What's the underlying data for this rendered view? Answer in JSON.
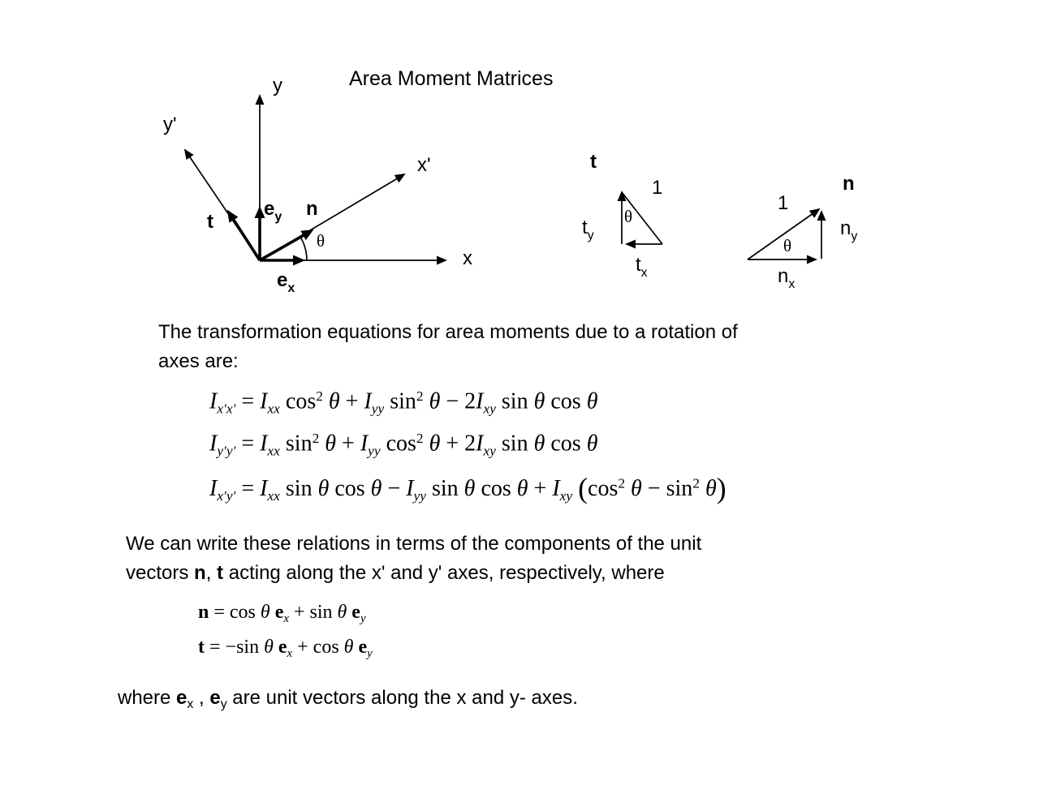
{
  "title": "Area Moment Matrices",
  "axes_diagram": {
    "y_label": "y",
    "y_prime_label": "y'",
    "x_label": "x",
    "x_prime_label": "x'",
    "ey": {
      "base": "e",
      "sub": "y"
    },
    "ex": {
      "base": "e",
      "sub": "x"
    },
    "n_label": "n",
    "t_label": "t",
    "theta": "θ"
  },
  "t_triangle": {
    "t_label": "t",
    "hyp_label": "1",
    "theta": "θ",
    "ty": {
      "base": "t",
      "sub": "y"
    },
    "tx": {
      "base": "t",
      "sub": "x"
    }
  },
  "n_triangle": {
    "n_label": "n",
    "hyp_label": "1",
    "theta": "θ",
    "ny": {
      "base": "n",
      "sub": "y"
    },
    "nx": {
      "base": "n",
      "sub": "x"
    }
  },
  "intro": {
    "line1": "The transformation equations for area moments due to a rotation of",
    "line2": "axes are:"
  },
  "transform_equations": {
    "eq1": [
      {
        "t": "I",
        "k": "i"
      },
      {
        "t": "x′x′",
        "k": "s"
      },
      {
        "t": " = ",
        "k": "r"
      },
      {
        "t": "I",
        "k": "i"
      },
      {
        "t": "xx",
        "k": "s"
      },
      {
        "t": " cos",
        "k": "r"
      },
      {
        "t": "2",
        "k": "p"
      },
      {
        "t": " θ",
        "k": "i"
      },
      {
        "t": " + ",
        "k": "r"
      },
      {
        "t": "I",
        "k": "i"
      },
      {
        "t": "yy",
        "k": "s"
      },
      {
        "t": " sin",
        "k": "r"
      },
      {
        "t": "2",
        "k": "p"
      },
      {
        "t": " θ",
        "k": "i"
      },
      {
        "t": " − 2",
        "k": "r"
      },
      {
        "t": "I",
        "k": "i"
      },
      {
        "t": "xy",
        "k": "s"
      },
      {
        "t": " sin",
        "k": "r"
      },
      {
        "t": " θ",
        "k": "i"
      },
      {
        "t": " cos",
        "k": "r"
      },
      {
        "t": " θ",
        "k": "i"
      }
    ],
    "eq2": [
      {
        "t": "I",
        "k": "i"
      },
      {
        "t": "y′y′",
        "k": "s"
      },
      {
        "t": " = ",
        "k": "r"
      },
      {
        "t": "I",
        "k": "i"
      },
      {
        "t": "xx",
        "k": "s"
      },
      {
        "t": " sin",
        "k": "r"
      },
      {
        "t": "2",
        "k": "p"
      },
      {
        "t": " θ",
        "k": "i"
      },
      {
        "t": " + ",
        "k": "r"
      },
      {
        "t": "I",
        "k": "i"
      },
      {
        "t": "yy",
        "k": "s"
      },
      {
        "t": " cos",
        "k": "r"
      },
      {
        "t": "2",
        "k": "p"
      },
      {
        "t": " θ",
        "k": "i"
      },
      {
        "t": " + 2",
        "k": "r"
      },
      {
        "t": "I",
        "k": "i"
      },
      {
        "t": "xy",
        "k": "s"
      },
      {
        "t": " sin",
        "k": "r"
      },
      {
        "t": " θ",
        "k": "i"
      },
      {
        "t": " cos",
        "k": "r"
      },
      {
        "t": " θ",
        "k": "i"
      }
    ],
    "eq3": [
      {
        "t": "I",
        "k": "i"
      },
      {
        "t": "x′y′",
        "k": "s"
      },
      {
        "t": " = ",
        "k": "r"
      },
      {
        "t": "I",
        "k": "i"
      },
      {
        "t": "xx",
        "k": "s"
      },
      {
        "t": " sin",
        "k": "r"
      },
      {
        "t": " θ",
        "k": "i"
      },
      {
        "t": " cos",
        "k": "r"
      },
      {
        "t": " θ",
        "k": "i"
      },
      {
        "t": " − ",
        "k": "r"
      },
      {
        "t": "I",
        "k": "i"
      },
      {
        "t": "yy",
        "k": "s"
      },
      {
        "t": " sin",
        "k": "r"
      },
      {
        "t": " θ",
        "k": "i"
      },
      {
        "t": " cos",
        "k": "r"
      },
      {
        "t": " θ",
        "k": "i"
      },
      {
        "t": " + ",
        "k": "r"
      },
      {
        "t": "I",
        "k": "i"
      },
      {
        "t": "xy",
        "k": "s"
      },
      {
        "t": " ",
        "k": "r"
      },
      {
        "t": "(",
        "k": "bp"
      },
      {
        "t": "cos",
        "k": "r"
      },
      {
        "t": "2",
        "k": "p"
      },
      {
        "t": " θ",
        "k": "i"
      },
      {
        "t": " − ",
        "k": "r"
      },
      {
        "t": "sin",
        "k": "r"
      },
      {
        "t": "2",
        "k": "p"
      },
      {
        "t": " θ",
        "k": "i"
      },
      {
        "t": ")",
        "k": "bp"
      }
    ]
  },
  "relations": {
    "line1": "We can write these relations in terms of the components of the unit",
    "line2": [
      {
        "t": "vectors ",
        "k": "r"
      },
      {
        "t": "n",
        "k": "b"
      },
      {
        "t": ", ",
        "k": "r"
      },
      {
        "t": "t",
        "k": "b"
      },
      {
        "t": " acting along the x' and y' axes, respectively, where",
        "k": "r"
      }
    ]
  },
  "unit_vector_equations": {
    "n_eq": [
      {
        "t": "n",
        "k": "b"
      },
      {
        "t": " = cos",
        "k": "r"
      },
      {
        "t": " θ ",
        "k": "i"
      },
      {
        "t": "e",
        "k": "b"
      },
      {
        "t": "x",
        "k": "s"
      },
      {
        "t": " + sin",
        "k": "r"
      },
      {
        "t": " θ ",
        "k": "i"
      },
      {
        "t": "e",
        "k": "b"
      },
      {
        "t": "y",
        "k": "s"
      }
    ],
    "t_eq": [
      {
        "t": "t",
        "k": "b"
      },
      {
        "t": " = −sin",
        "k": "r"
      },
      {
        "t": " θ ",
        "k": "i"
      },
      {
        "t": "e",
        "k": "b"
      },
      {
        "t": "x",
        "k": "s"
      },
      {
        "t": " + cos",
        "k": "r"
      },
      {
        "t": " θ ",
        "k": "i"
      },
      {
        "t": "e",
        "k": "b"
      },
      {
        "t": "y",
        "k": "s"
      }
    ]
  },
  "closing": [
    {
      "t": "where ",
      "k": "r"
    },
    {
      "t": "e",
      "k": "b"
    },
    {
      "t": "x",
      "k": "s"
    },
    {
      "t": " , ",
      "k": "r"
    },
    {
      "t": "e",
      "k": "b"
    },
    {
      "t": "y",
      "k": "s"
    },
    {
      "t": " are unit vectors along the x and y- axes.",
      "k": "r"
    }
  ]
}
